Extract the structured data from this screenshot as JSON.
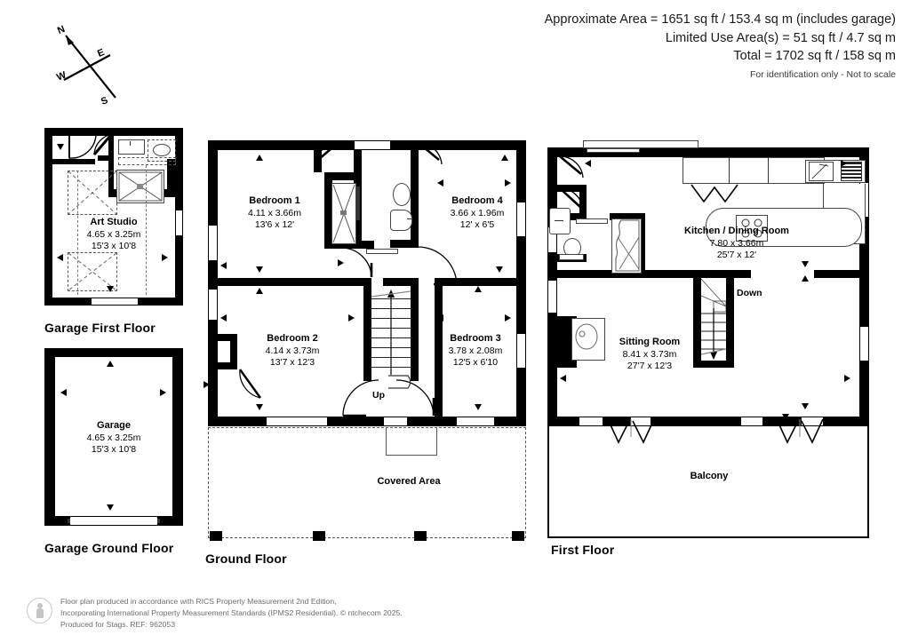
{
  "header": {
    "approximate_area": "Approximate Area = 1651 sq ft / 153.4 sq m (includes garage)",
    "limited_use_area": "Limited Use Area(s) = 51 sq ft / 4.7 sq m",
    "total_area": "Total = 1702 sq ft / 158 sq m",
    "disclaimer": "For identification only - Not to scale"
  },
  "compass": {
    "north": "N",
    "east": "E",
    "south": "S",
    "west": "W"
  },
  "floors": {
    "garage_first": {
      "caption": "Garage First Floor"
    },
    "garage_ground": {
      "caption": "Garage Ground Floor"
    },
    "ground": {
      "caption": "Ground Floor"
    },
    "first": {
      "caption": "First Floor"
    }
  },
  "rooms": {
    "art_studio": {
      "name": "Art Studio",
      "metric": "4.65 x 3.25m",
      "imperial": "15'3 x 10'8"
    },
    "garage": {
      "name": "Garage",
      "metric": "4.65 x 3.25m",
      "imperial": "15'3 x 10'8"
    },
    "bedroom1": {
      "name": "Bedroom 1",
      "metric": "4.11 x 3.66m",
      "imperial": "13'6 x 12'"
    },
    "bedroom2": {
      "name": "Bedroom 2",
      "metric": "4.14 x 3.73m",
      "imperial": "13'7 x 12'3"
    },
    "bedroom3": {
      "name": "Bedroom 3",
      "metric": "3.78 x 2.08m",
      "imperial": "12'5 x 6'10"
    },
    "bedroom4": {
      "name": "Bedroom 4",
      "metric": "3.66 x 1.96m",
      "imperial": "12' x 6'5"
    },
    "kitchen": {
      "name": "Kitchen / Dining Room",
      "metric": "7.80 x 3.66m",
      "imperial": "25'7 x 12'"
    },
    "sitting_room": {
      "name": "Sitting Room",
      "metric": "8.41 x 3.73m",
      "imperial": "27'7 x 12'3"
    },
    "covered_area": {
      "name": "Covered Area"
    },
    "balcony": {
      "name": "Balcony"
    }
  },
  "stairs": {
    "up": "Up",
    "down": "Down"
  },
  "footer": {
    "line1": "Floor plan produced in accordance with RICS Property Measurement 2nd Edition,",
    "line2": "Incorporating International Property Measurement Standards (IPMS2 Residential).   © ntchecom 2025.",
    "line3": "Produced for Stags.   REF: 962053"
  },
  "colors": {
    "wall": "#000000",
    "fixture": "#444444",
    "outline_dashed": "#555555",
    "footer_text": "#6e6e6e"
  }
}
